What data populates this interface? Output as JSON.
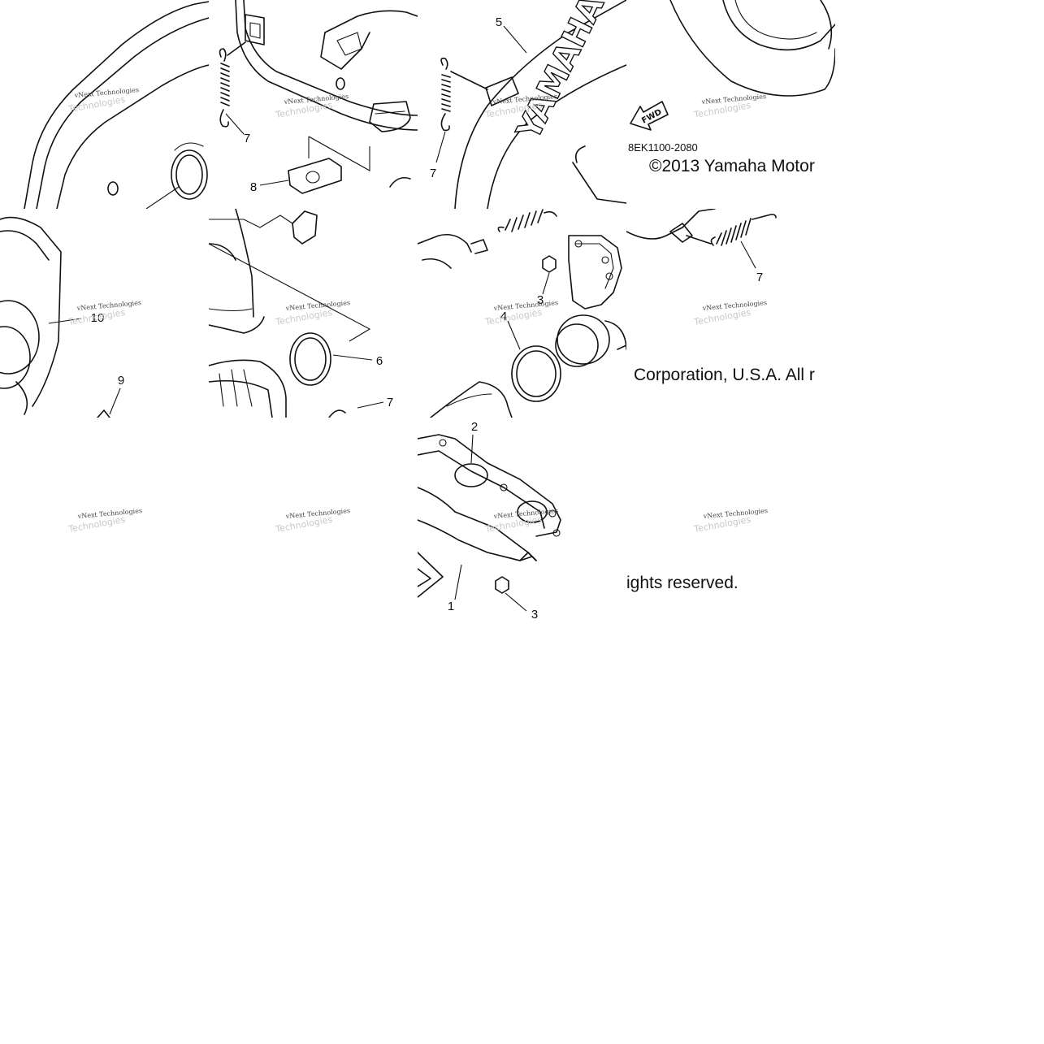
{
  "diagram": {
    "part_code": "8EK1100-2080",
    "fwd_label": "FWD",
    "brand_marking": "YAMAHA",
    "copyright_lines": [
      "©2013 Yamaha Motor",
      "Corporation, U.S.A. All r",
      "ights reserved."
    ],
    "watermark_text": "vNext Technologies",
    "callouts": [
      {
        "id": "part-1",
        "label": "1"
      },
      {
        "id": "part-2",
        "label": "2"
      },
      {
        "id": "part-3a",
        "label": "3"
      },
      {
        "id": "part-3b",
        "label": "3"
      },
      {
        "id": "part-4",
        "label": "4"
      },
      {
        "id": "part-5",
        "label": "5"
      },
      {
        "id": "part-6",
        "label": "6"
      },
      {
        "id": "part-7a",
        "label": "7"
      },
      {
        "id": "part-7b",
        "label": "7"
      },
      {
        "id": "part-7c",
        "label": "7"
      },
      {
        "id": "part-7d",
        "label": "7"
      },
      {
        "id": "part-8",
        "label": "8"
      },
      {
        "id": "part-9",
        "label": "9"
      },
      {
        "id": "part-10",
        "label": "10"
      }
    ]
  }
}
